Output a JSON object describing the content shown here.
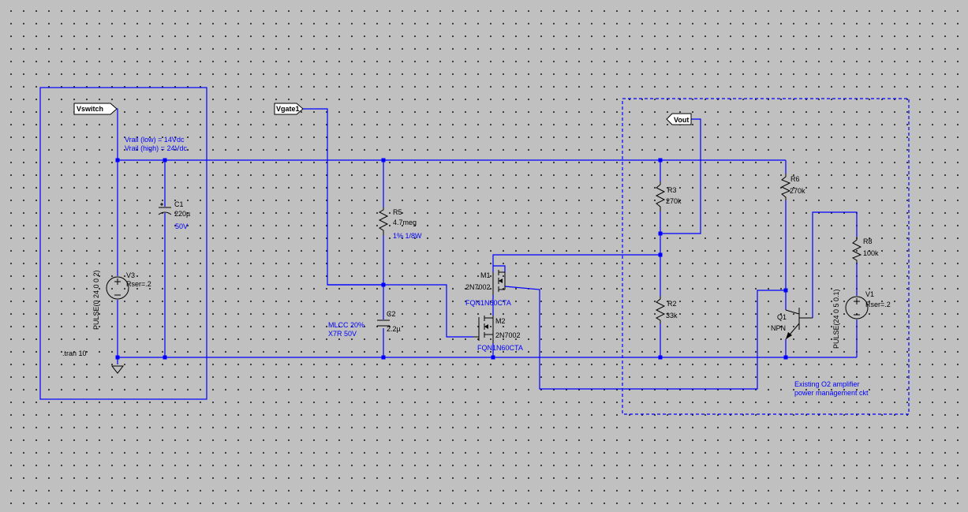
{
  "labels": {
    "vswitch": "Vswitch",
    "vgate1": "Vgate1",
    "vout": "Vout",
    "vrail_low": "Vrail (low) = 14Vdc",
    "vrail_high": "Vrail (high) = 24Vdc",
    "tran": ".tran 10",
    "c1_name": "C1",
    "c1_value": "220µ",
    "c1_rating": "50V",
    "v3_name": "V3",
    "v3_rser": "Rser=.2",
    "v3_pulse": "PULSE(0 24 0 0 2)",
    "r5_name": "R5",
    "r5_value": "4.7meg",
    "r5_rating": "1% 1/8W",
    "c2_name": "C2",
    "c2_value": "2.2µ",
    "c2_note1": "MLCC 20%",
    "c2_note2": "X7R 50V",
    "m1_name": "M1",
    "m1_model": "2N7002",
    "m1_alt": "FQN1N60CTA",
    "m2_name": "M2",
    "m2_model": "2N7002",
    "m2_alt": "FQN1N60CTA",
    "r3_name": "R3",
    "r3_value": "270k",
    "r2_name": "R2",
    "r2_value": "33k",
    "r6_name": "R6",
    "r6_value": "270k",
    "r8_name": "R8",
    "r8_value": "100k",
    "q1_name": "Q1",
    "q1_type": "NPN",
    "v1_name": "V1",
    "v1_rser": "Rser=.2",
    "v1_pulse": "PULSE(24 0 5 0.1)",
    "existing_line1": "Existing O2 amplifier",
    "existing_line2": "power management ckt"
  },
  "colors": {
    "background": "#c0c0c0",
    "grid_dot": "#1e1e1e",
    "wire": "#0000ff",
    "component": "#000000",
    "note_text": "#0000ff"
  }
}
